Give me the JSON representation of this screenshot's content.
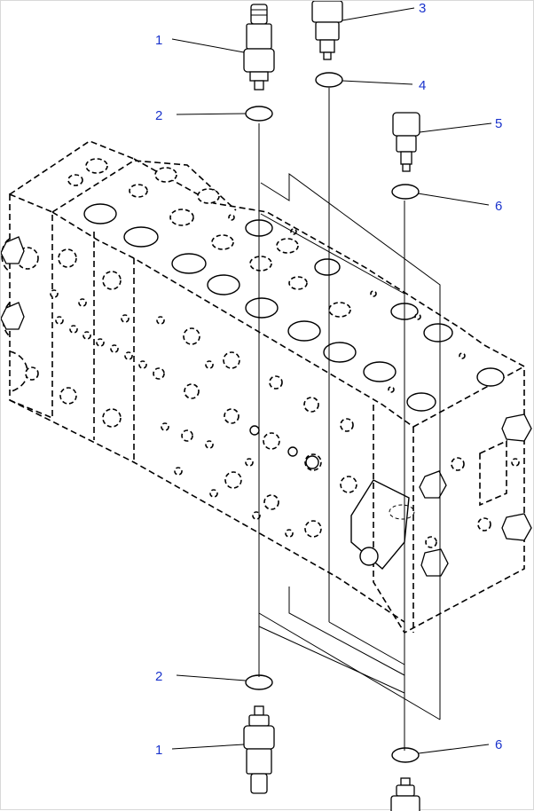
{
  "callouts": [
    {
      "id": "c1a",
      "label": "1"
    },
    {
      "id": "c2a",
      "label": "2"
    },
    {
      "id": "c3",
      "label": "3"
    },
    {
      "id": "c4",
      "label": "4"
    },
    {
      "id": "c5",
      "label": "5"
    },
    {
      "id": "c6a",
      "label": "6"
    },
    {
      "id": "c2b",
      "label": "2"
    },
    {
      "id": "c1b",
      "label": "1"
    },
    {
      "id": "c6b",
      "label": "6"
    }
  ],
  "colors": {
    "callout": "#1a33cc",
    "line": "#000000",
    "background": "#ffffff"
  }
}
